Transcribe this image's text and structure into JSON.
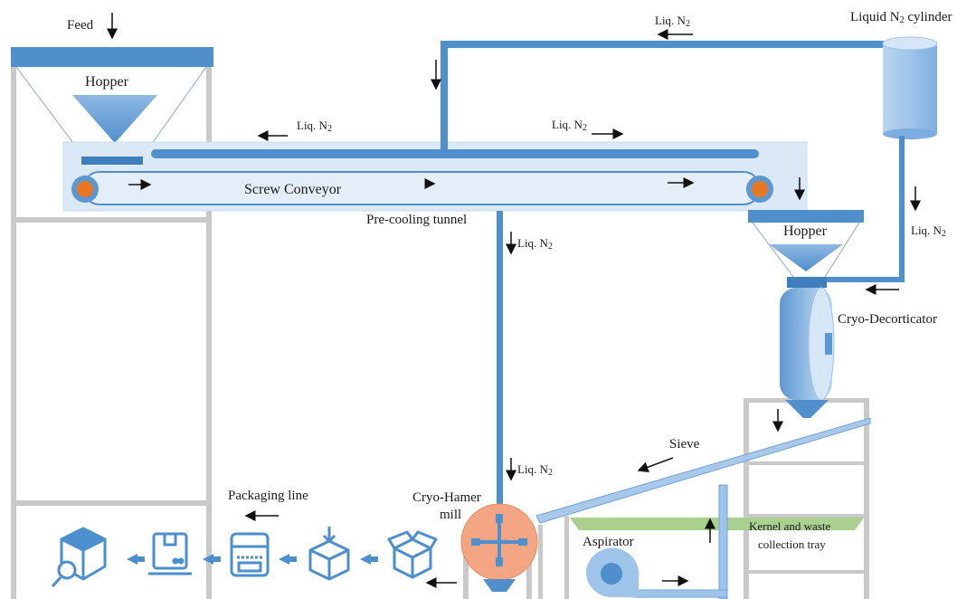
{
  "labels": {
    "feed": "Feed",
    "hopper_left": "Hopper",
    "liq_top": "Liq. N",
    "liq_cyl_title": "Liquid N",
    "liq_cyl_title_rest": " cylinder",
    "liq_conv_left": "Liq. N",
    "liq_conv_right": "Liq. N",
    "screw_conveyor": "Screw Conveyor",
    "precooling": "Pre-cooling tunnel",
    "liq_down_mid": "Liq. N",
    "hopper_right": "Hopper",
    "liq_right": "Liq. N",
    "cryo_decorticator": "Cryo-Decorticator",
    "sieve": "Sieve",
    "liq_mill": "Liq. N",
    "cryo_hamer": "Cryo-Hamer",
    "mill": "mill",
    "packaging_line": "Packaging line",
    "aspirator": "Aspirator",
    "kernel_tray_1": "Kernel and waste",
    "kernel_tray_2": "collection tray",
    "subscript_2": "2"
  },
  "colors": {
    "pipe": "#4f8fcb",
    "pipe_dark": "#3b77b3",
    "tunnel": "#dbe8f6",
    "frame": "#c4c4c4",
    "roller": "#e87722",
    "mill": "#f4a583",
    "tray": "#a9d08e",
    "icon": "#4b8fcf"
  },
  "icons": [
    "box-search-icon",
    "pallet-box-icon",
    "labeling-machine-icon",
    "box-drop-icon",
    "open-box-icon"
  ]
}
